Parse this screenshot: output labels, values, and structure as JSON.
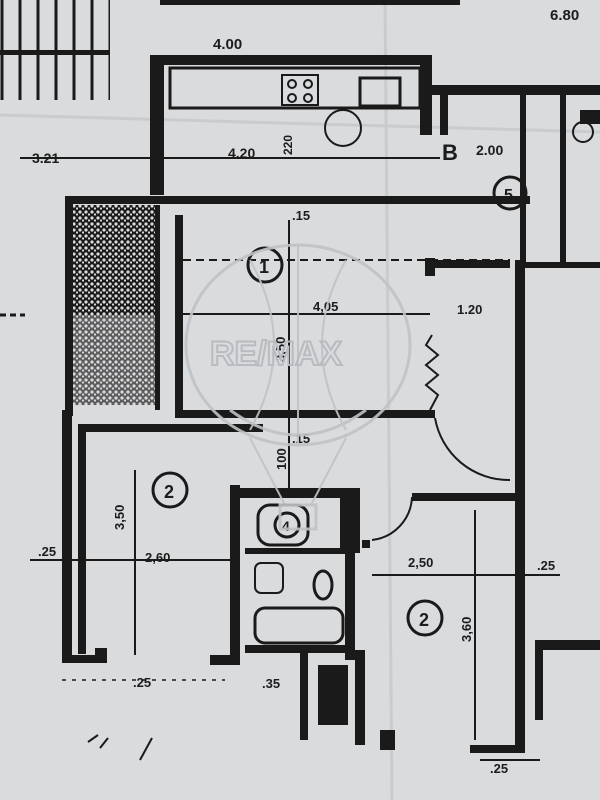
{
  "watermark": "RE/MAX",
  "top": {
    "dim_left": "4.00",
    "dim_right": "6.80",
    "dim_vertical_hall": "220",
    "dim_row_left": "3.21",
    "dim_row_mid": "4.20",
    "marker_b": "B",
    "dim_row_right": "2.00",
    "circle_5": "5"
  },
  "room1": {
    "number": "1",
    "top": ".15",
    "width": "4,05",
    "height": "3,50",
    "side": "1.20",
    "bottom": ".15"
  },
  "hall": {
    "vertical": "100"
  },
  "room2_left": {
    "number": "2",
    "width": "2,60",
    "height": "3,50",
    "left_wall": ".25",
    "bottom_wall": ".25"
  },
  "bath": {
    "number": "4",
    "wall": ".35"
  },
  "room2_right": {
    "number": "2",
    "width": "2,50",
    "height": "3,60",
    "right_wall": ".25",
    "bottom_wall": ".25"
  },
  "colors": {
    "paper": "#d9dbdd",
    "ink": "#1a1a1a",
    "watermark": "#b8bcc0"
  }
}
